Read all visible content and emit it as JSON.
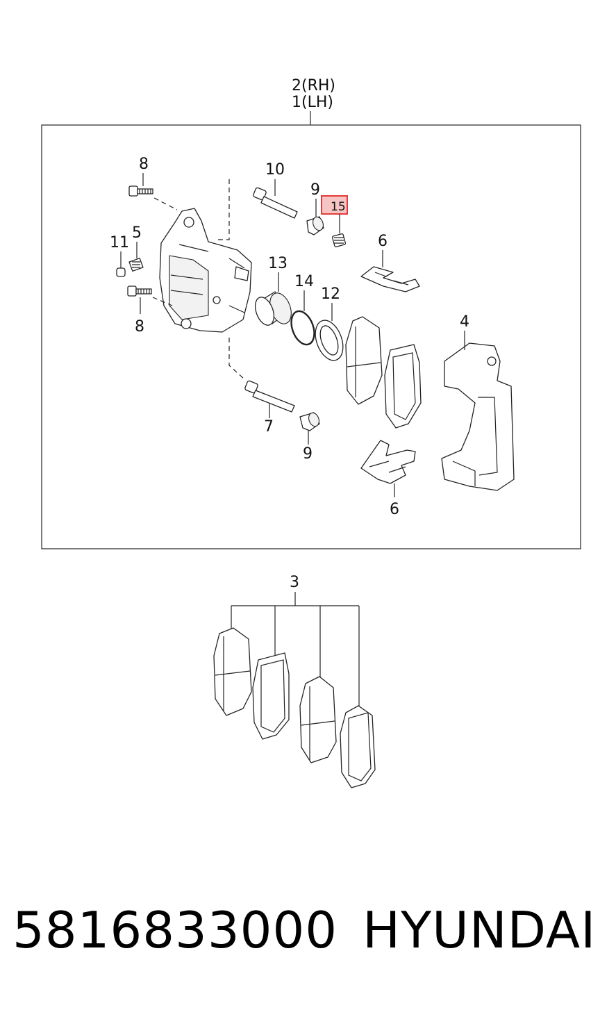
{
  "assembly_labels": {
    "rh": "2(RH)",
    "lh": "1(LH)"
  },
  "callouts": {
    "c8_top": "8",
    "c10": "10",
    "c9_top": "9",
    "c15": "15",
    "c6_top": "6",
    "c11": "11",
    "c5": "5",
    "c13": "13",
    "c14": "14",
    "c12": "12",
    "c4": "4",
    "c8_bottom": "8",
    "c7": "7",
    "c9_bottom": "9",
    "c6_bottom": "6",
    "c3": "3"
  },
  "highlight": {
    "part": "15",
    "color": "#e23b3b",
    "fill": "#f7c4c4"
  },
  "footer": {
    "part_number": "5816833000",
    "brand": "HYUNDAI"
  }
}
